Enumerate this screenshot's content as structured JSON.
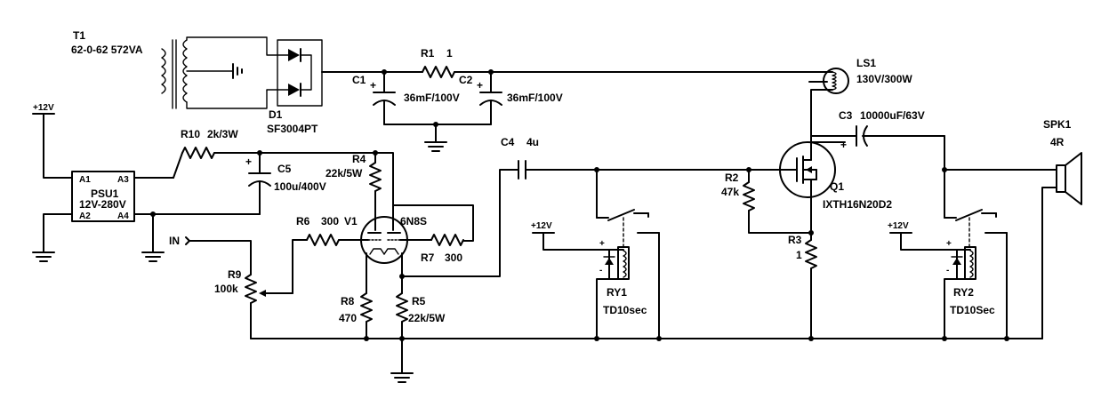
{
  "components": {
    "T1": {
      "ref": "T1",
      "value": "62-0-62 572VA"
    },
    "D1": {
      "ref": "D1",
      "value": "SF3004PT"
    },
    "R1": {
      "ref": "R1",
      "value": "1"
    },
    "C1": {
      "ref": "C1",
      "value": "36mF/100V"
    },
    "C2": {
      "ref": "C2",
      "value": "36mF/100V"
    },
    "LS1": {
      "ref": "LS1",
      "value": "130V/300W"
    },
    "C3": {
      "ref": "C3",
      "value": "10000uF/63V"
    },
    "SPK1": {
      "ref": "SPK1",
      "value": "4R"
    },
    "R10": {
      "ref": "R10",
      "value": "2k/3W"
    },
    "C5": {
      "ref": "C5",
      "value": "100u/400V"
    },
    "PSU1": {
      "ref": "PSU1",
      "value": "12V-280V",
      "pins": [
        "A1",
        "A3",
        "A2",
        "A4"
      ]
    },
    "R4": {
      "ref": "R4",
      "value": "22k/5W"
    },
    "V1": {
      "ref": "V1",
      "value": "6N8S"
    },
    "R6": {
      "ref": "R6",
      "value": "300"
    },
    "R7": {
      "ref": "R7",
      "value": "300"
    },
    "R9": {
      "ref": "R9",
      "value": "100k"
    },
    "R8": {
      "ref": "R8",
      "value": "470"
    },
    "R5": {
      "ref": "R5",
      "value": "22k/5W"
    },
    "C4": {
      "ref": "C4",
      "value": "4u"
    },
    "R2": {
      "ref": "R2",
      "value": "47k"
    },
    "Q1": {
      "ref": "Q1",
      "value": "IXTH16N20D2"
    },
    "R3": {
      "ref": "R3",
      "value": "1"
    },
    "RY1": {
      "ref": "RY1",
      "value": "TD10sec"
    },
    "RY2": {
      "ref": "RY2",
      "value": "TD10Sec"
    }
  },
  "nets": {
    "supply": "+12V",
    "input": "IN"
  },
  "polarity": {
    "plus": "+",
    "minus": "-"
  }
}
